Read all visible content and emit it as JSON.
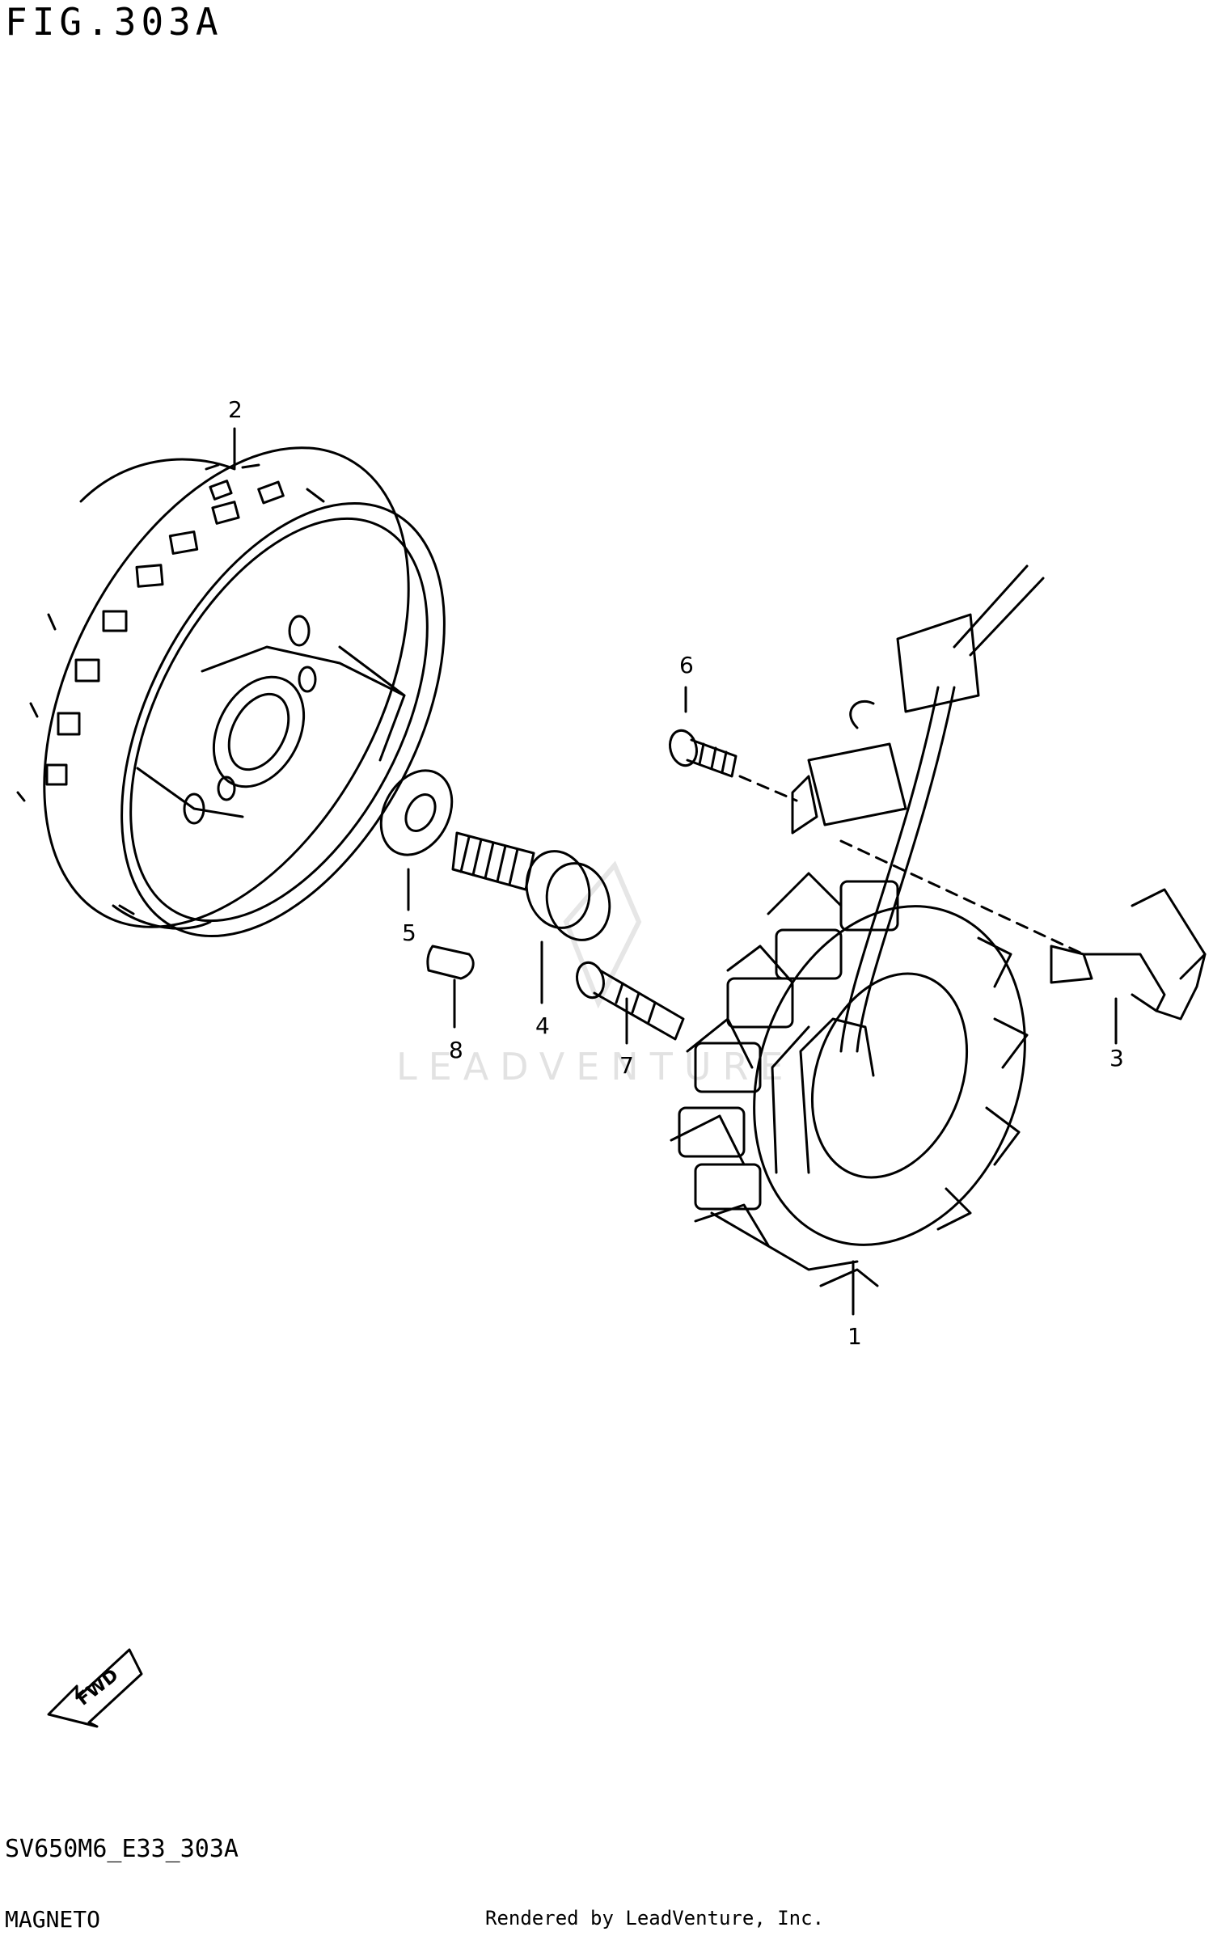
{
  "figure": {
    "title": "FIG.303A",
    "code": "SV650M6_E33_303A",
    "name": "MAGNETO",
    "credit": "Rendered by LeadVenture, Inc.",
    "watermark": "LEADVENTURE",
    "fwd_label": "FWD"
  },
  "callouts": [
    {
      "id": "1",
      "text": "1",
      "part": "stator"
    },
    {
      "id": "2",
      "text": "2",
      "part": "rotor"
    },
    {
      "id": "3",
      "text": "3",
      "part": "bracket"
    },
    {
      "id": "4",
      "text": "4",
      "part": "rotor-bolt"
    },
    {
      "id": "5",
      "text": "5",
      "part": "washer"
    },
    {
      "id": "6",
      "text": "6",
      "part": "bracket-screw"
    },
    {
      "id": "7",
      "text": "7",
      "part": "stator-bolt"
    },
    {
      "id": "8",
      "text": "8",
      "part": "key"
    }
  ],
  "colors": {
    "ink": "#000000",
    "paper": "#ffffff",
    "watermark": "#e2e2e2"
  }
}
